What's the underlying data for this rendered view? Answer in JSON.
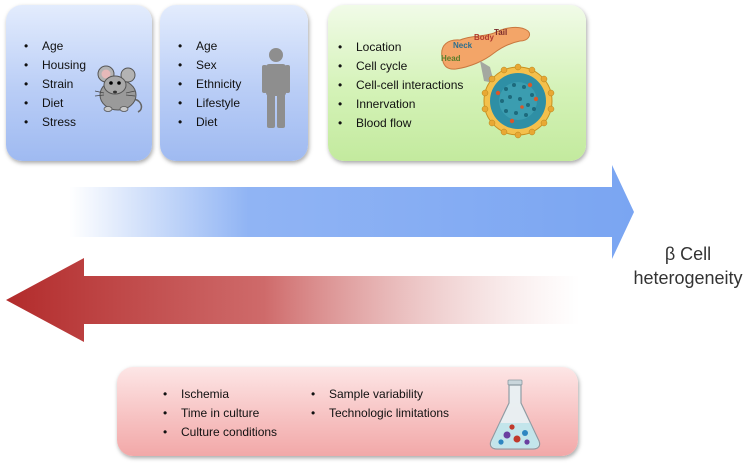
{
  "mouse_box": {
    "items": [
      "Age",
      "Housing",
      "Strain",
      "Diet",
      "Stress"
    ]
  },
  "human_box": {
    "items": [
      "Age",
      "Sex",
      "Ethnicity",
      "Lifestyle",
      "Diet"
    ]
  },
  "pancreas_box": {
    "items": [
      "Location",
      "Cell cycle",
      "Cell-cell interactions",
      "Innervation",
      "Blood flow"
    ],
    "pancreas_labels": {
      "head": "Head",
      "neck": "Neck",
      "body": "Body",
      "tail": "Tail"
    }
  },
  "in_vitro_box": {
    "left_items": [
      "Ischemia",
      "Time in culture",
      "Culture conditions"
    ],
    "right_items": [
      "Sample variability",
      "Technologic limitations"
    ]
  },
  "result_label": {
    "line1": "β Cell",
    "line2": "heterogeneity"
  },
  "colors": {
    "blue_arrow": "#7da7f2",
    "red_arrow": "#b22b2b",
    "blue_box": "#b9cdf6",
    "green_box": "#d4f2b7",
    "red_box": "#f7c3c3"
  }
}
